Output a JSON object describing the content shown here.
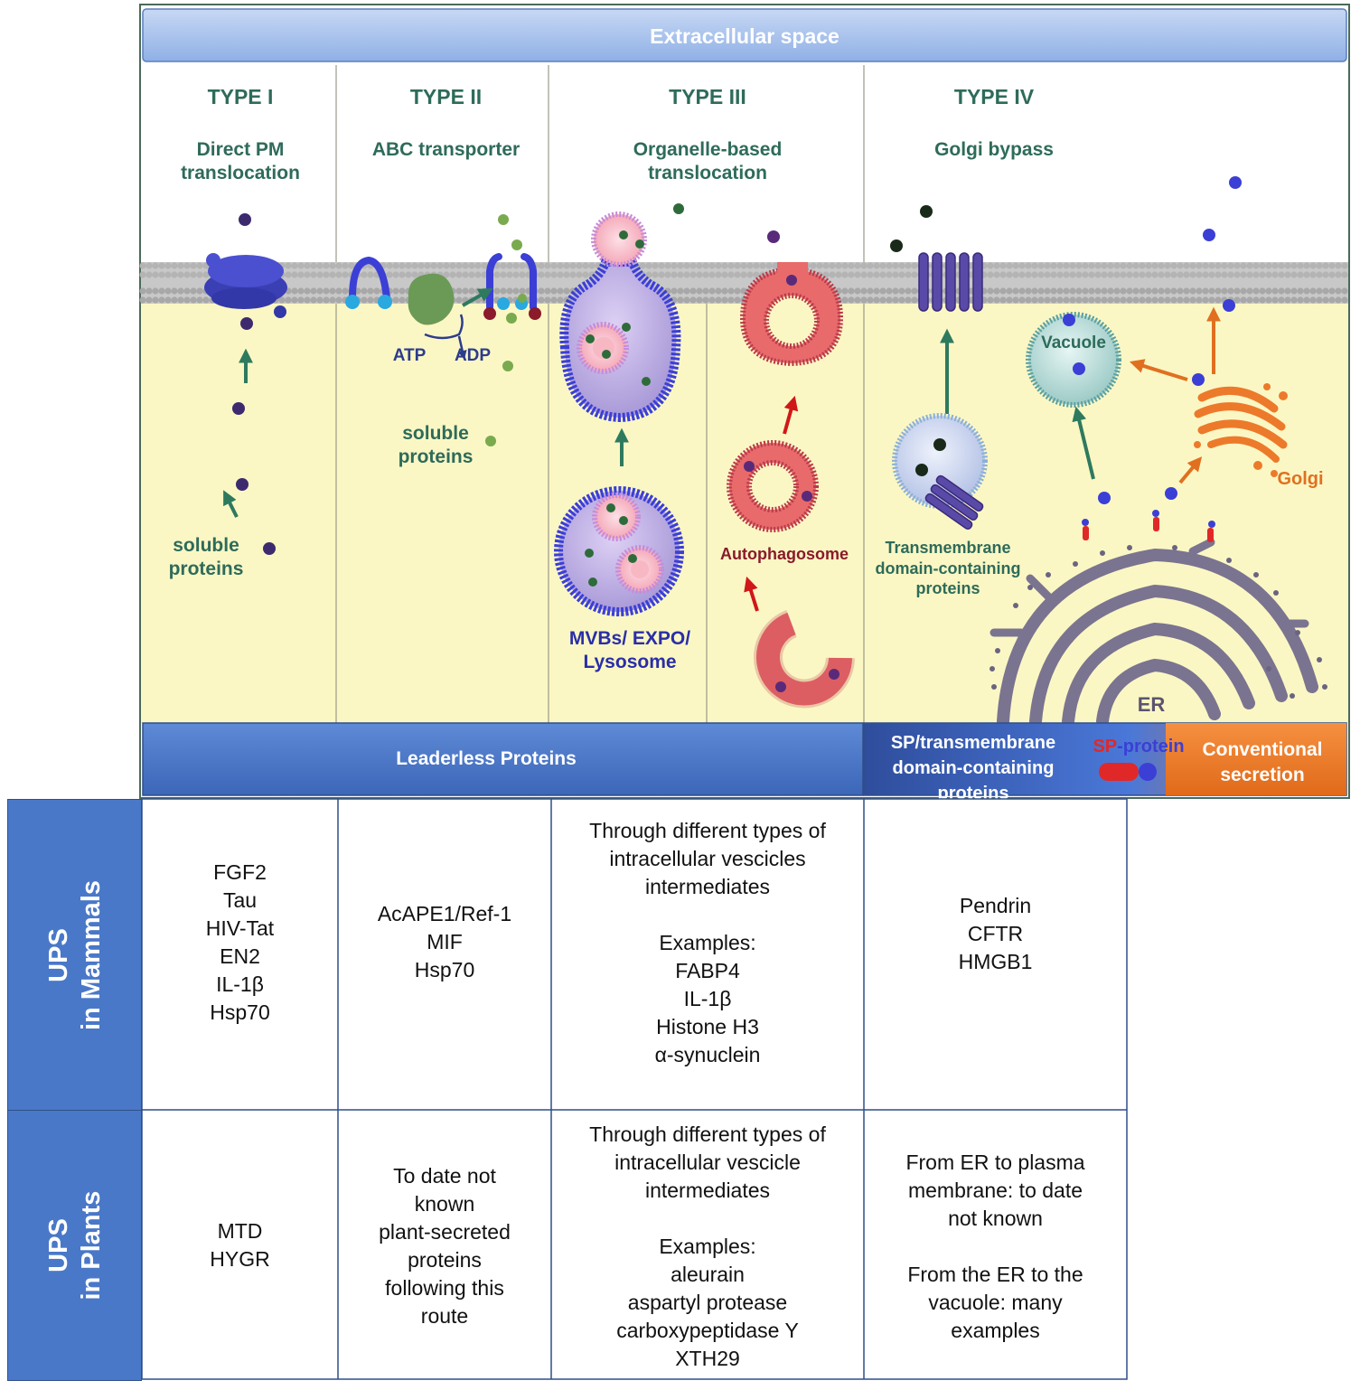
{
  "top_bar": "Extracellular space",
  "types": [
    {
      "title": "TYPE I",
      "subtitle": "Direct PM\ntranslocation"
    },
    {
      "title": "TYPE II",
      "subtitle": "ABC transporter"
    },
    {
      "title": "TYPE III",
      "subtitle": "Organelle-based\ntranslocation"
    },
    {
      "title": "TYPE IV",
      "subtitle": "Golgi bypass"
    }
  ],
  "labels": {
    "soluble_proteins_1": "soluble\nproteins",
    "soluble_proteins_2": "soluble\nproteins",
    "atp": "ATP",
    "adp": "ADP",
    "mvb": "MVBs/ EXPO/\nLysosome",
    "autophagosome": "Autophagosome",
    "vacuole": "Vacuole",
    "transmembrane": "Transmembrane\ndomain-containing\nproteins",
    "golgi": "Golgi",
    "er": "ER"
  },
  "bottom_bars": {
    "leaderless": "Leaderless Proteins",
    "sp_transmembrane": "SP/transmembrane\ndomain-containing\nproteins",
    "sp": "SP",
    "protein": "-protein",
    "conventional": "Conventional\nsecretion"
  },
  "colors": {
    "cytoplasm": "#fbf7c4",
    "bar_blue": "#4a78c8",
    "bar_orange": "#ec7a2a",
    "teal_text": "#2e6b5a",
    "protein_purple": "#3d2a6e",
    "protein_blue": "#3b3fd6",
    "protein_green": "#7aaa4e",
    "autophagosome_red": "#e06060"
  },
  "table": {
    "rows": [
      {
        "header": "UPS\nin Mammals",
        "cells": [
          "FGF2\nTau\nHIV-Tat\nEN2\nIL-1β\nHsp70",
          "AcAPE1/Ref-1\nMIF\nHsp70",
          "Through different types of\nintracellular vescicles\nintermediates\n\nExamples:\nFABP4\nIL-1β\nHistone H3\nα-synuclein",
          "Pendrin\nCFTR\nHMGB1"
        ]
      },
      {
        "header": "UPS\nin Plants",
        "cells": [
          "MTD\nHYGR",
          "To date not\nknown\nplant-secreted\nproteins\nfollowing this\nroute",
          "Through different types of\nintracellular vescicle\nintermediates\n\nExamples:\naleurain\naspartyl protease\ncarboxypeptidase Y\nXTH29",
          "From ER to plasma\nmembrane: to date\nnot known\n\nFrom the ER to the\nvacuole: many\nexamples"
        ]
      }
    ]
  }
}
